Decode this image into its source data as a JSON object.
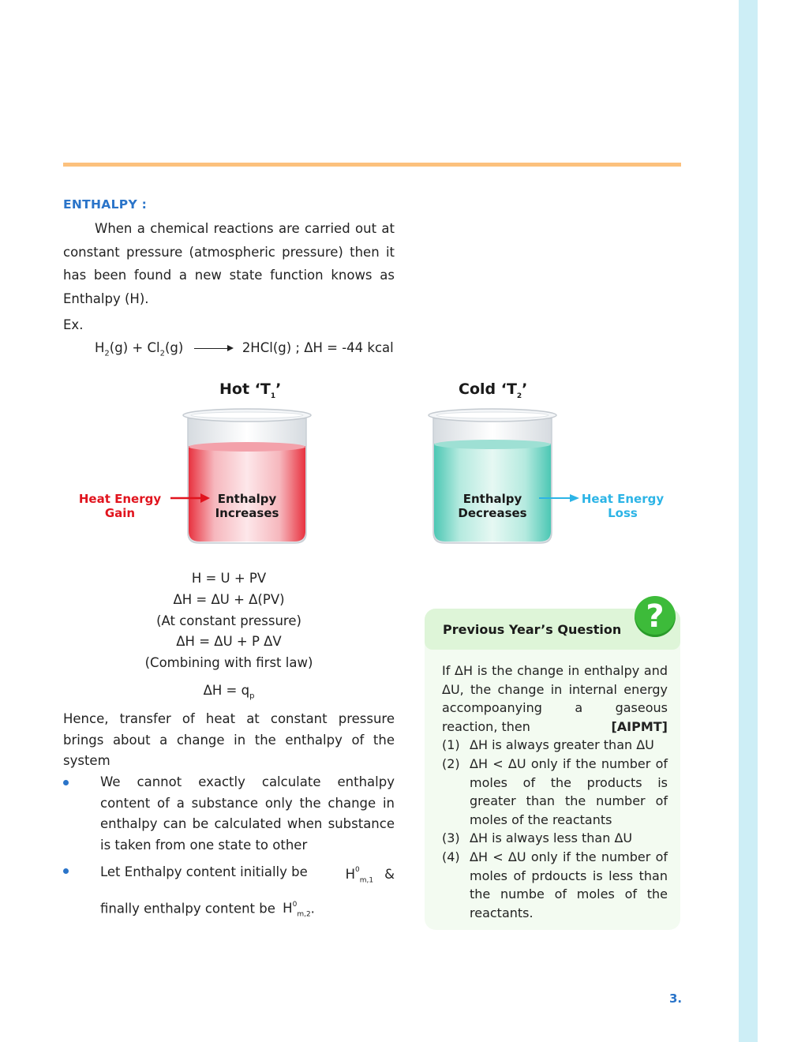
{
  "heading": "ENTHALPY :",
  "intro": "When a chemical reactions are carried out at constant pressure (atmospheric pressure) then it has been found a new state function knows as Enthalpy (H).",
  "example_label": "Ex.",
  "reaction": {
    "h2": "H",
    "h2_sub": "2",
    "h2_rest": "(g) + Cl",
    "cl2_sub": "2",
    "cl2_rest": "(g)",
    "product": "2HCl(g) ; ΔH = -44 kcal"
  },
  "figure": {
    "hot_title": "Hot ‘T",
    "hot_sub": "1",
    "hot_close": "’",
    "cold_title": "Cold ‘T",
    "cold_sub": "2",
    "cold_close": "’",
    "hot_inner_1": "Enthalpy",
    "hot_inner_2": "Increases",
    "cold_inner_1": "Enthalpy",
    "cold_inner_2": "Decreases",
    "gain_1": "Heat Energy",
    "gain_2": "Gain",
    "loss_1": "Heat Energy",
    "loss_2": "Loss",
    "colors": {
      "hot": "#e8323f",
      "cold": "#4cc7b4",
      "gain_text": "#e1141e",
      "loss_text": "#2cb4e6"
    }
  },
  "equations": {
    "e1": "H = U + PV",
    "e2": "ΔH = ΔU + Δ(PV)",
    "e3": "(At constant pressure)",
    "e4": "ΔH = ΔU + P ΔV",
    "e5": "(Combining with first law)",
    "e6": "ΔH = q",
    "e6_sub": "p"
  },
  "conclusion": "Hence, transfer of heat at constant pressure brings about a change in the enthalpy of the system",
  "bullets": {
    "b1": "We cannot exactly calculate enthalpy content of a substance only the change in enthalpy can be calculated when substance is taken from one state to other",
    "b2_pre": "Let Enthalpy content initially be",
    "b2_amp": "&",
    "b2_post": "finally enthalpy content be",
    "b2_end": ".",
    "h_letter": "H",
    "h_sup": "0",
    "h_sub1": "m,1",
    "h_sub2": "m,2"
  },
  "pyq": {
    "title": "Previous Year’s Question",
    "badge": "?",
    "question": "If ΔH is the change in enthalpy and ΔU, the change in internal energy accompoanying a gaseous reaction, then",
    "tag": "[AIPMT]",
    "options": [
      {
        "num": "(1)",
        "text": "ΔH is always greater than ΔU"
      },
      {
        "num": "(2)",
        "text": "ΔH < ΔU only if the number of moles of the products is greater than the number of moles of the reactants"
      },
      {
        "num": "(3)",
        "text": "ΔH is always less than ΔU"
      },
      {
        "num": "(4)",
        "text": "ΔH < ΔU only if the number of moles of prdoucts is less than the numbe of moles of the reactants."
      }
    ]
  },
  "page_number": "3."
}
